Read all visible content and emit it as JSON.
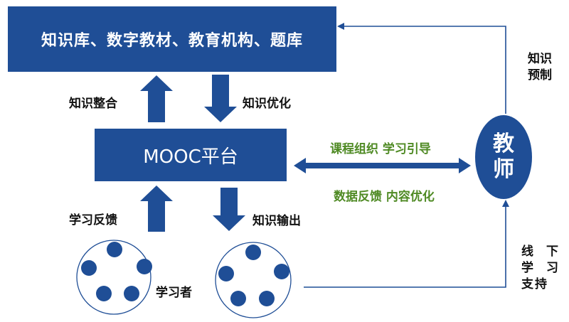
{
  "nodes": {
    "resources": "知识库、数字教材、教育机构、题库",
    "platform": "MOOC平台",
    "teacher": "教师",
    "learners": "学习者"
  },
  "edges": {
    "knowledge_integration": "知识整合",
    "knowledge_optimization": "知识优化",
    "learning_feedback": "学习反馈",
    "knowledge_output": "知识输出",
    "course_organization": "课程组织 学习引导",
    "data_feedback": "数据反馈 内容优化",
    "knowledge_preset": "知识预制",
    "offline_support": "线下学习支持"
  },
  "colors": {
    "box_fill": "#1f4e96",
    "label_green": "#4f8a24"
  }
}
